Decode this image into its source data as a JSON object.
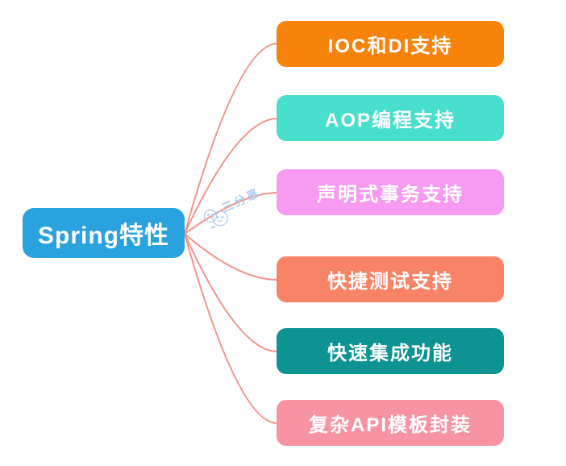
{
  "diagram": {
    "type": "mindmap",
    "root": {
      "label": "Spring特性",
      "bg": "#2aa2dd",
      "text_color": "#ffffff"
    },
    "branches": [
      {
        "label": "IOC和DI支持",
        "bg": "#f8830b"
      },
      {
        "label": "AOP编程支持",
        "bg": "#49dfcd"
      },
      {
        "label": "声明式事务支持",
        "bg": "#f79af1"
      },
      {
        "label": "快捷测试支持",
        "bg": "#f98367"
      },
      {
        "label": "快速集成功能",
        "bg": "#0e9393"
      },
      {
        "label": "复杂API模板封装",
        "bg": "#f893a3"
      }
    ],
    "edge_color": "#f5928b"
  },
  "watermark": {
    "text": "三分恶",
    "color": "#a9caee"
  }
}
